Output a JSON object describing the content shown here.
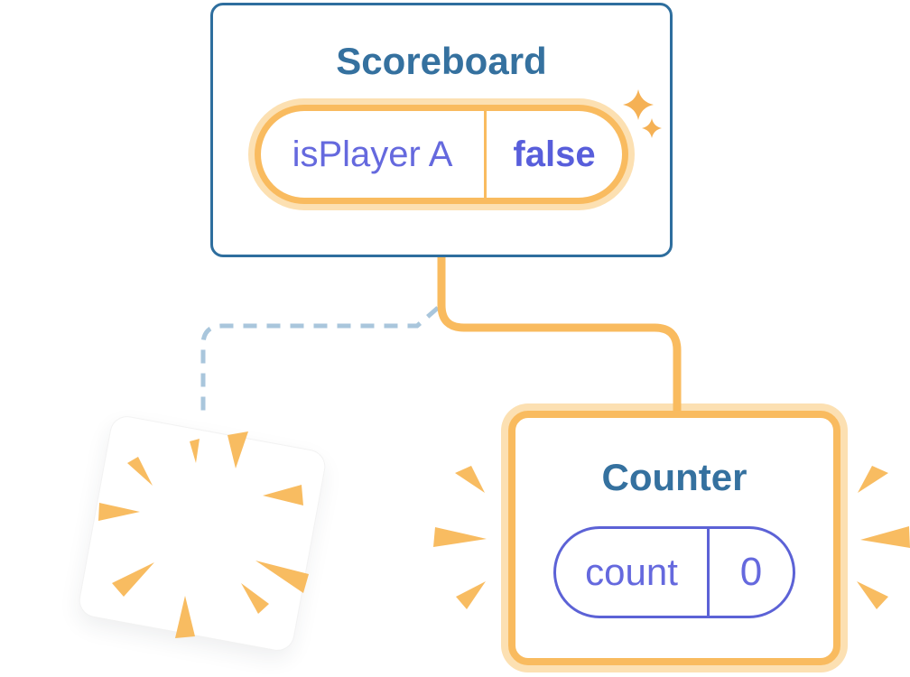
{
  "colors": {
    "background": "#FFFFFF",
    "card_border_blue": "#2E6E9E",
    "title_text_blue": "#35719F",
    "orange": "#F9BB5F",
    "orange_halo": "#FCE0B2",
    "state_text_purple": "#6569DE",
    "state_value_purple": "#585EDB",
    "counter_pill_purple": "#5C62D6",
    "dashed_connector_blue": "#A9C6DC",
    "burst_orange": "#F8BC61",
    "sparkle_orange": "#F5B155"
  },
  "scoreboard_card": {
    "title": "Scoreboard",
    "state_pill": {
      "name": "isPlayer A",
      "value": "false"
    }
  },
  "counter_card": {
    "title": "Counter",
    "state_pill": {
      "name": "count",
      "value": "0"
    }
  },
  "connections": {
    "scoreboard_to_counter": "solid-orange-elbow",
    "scoreboard_to_removed_component": "dashed-blue-elbow"
  },
  "icons": {
    "sparkles": "sparkles-icon",
    "poof_burst": "poof-burst-icon",
    "emphasis_burst_left": "emphasis-burst-left-icon",
    "emphasis_burst_right": "emphasis-burst-right-icon"
  }
}
